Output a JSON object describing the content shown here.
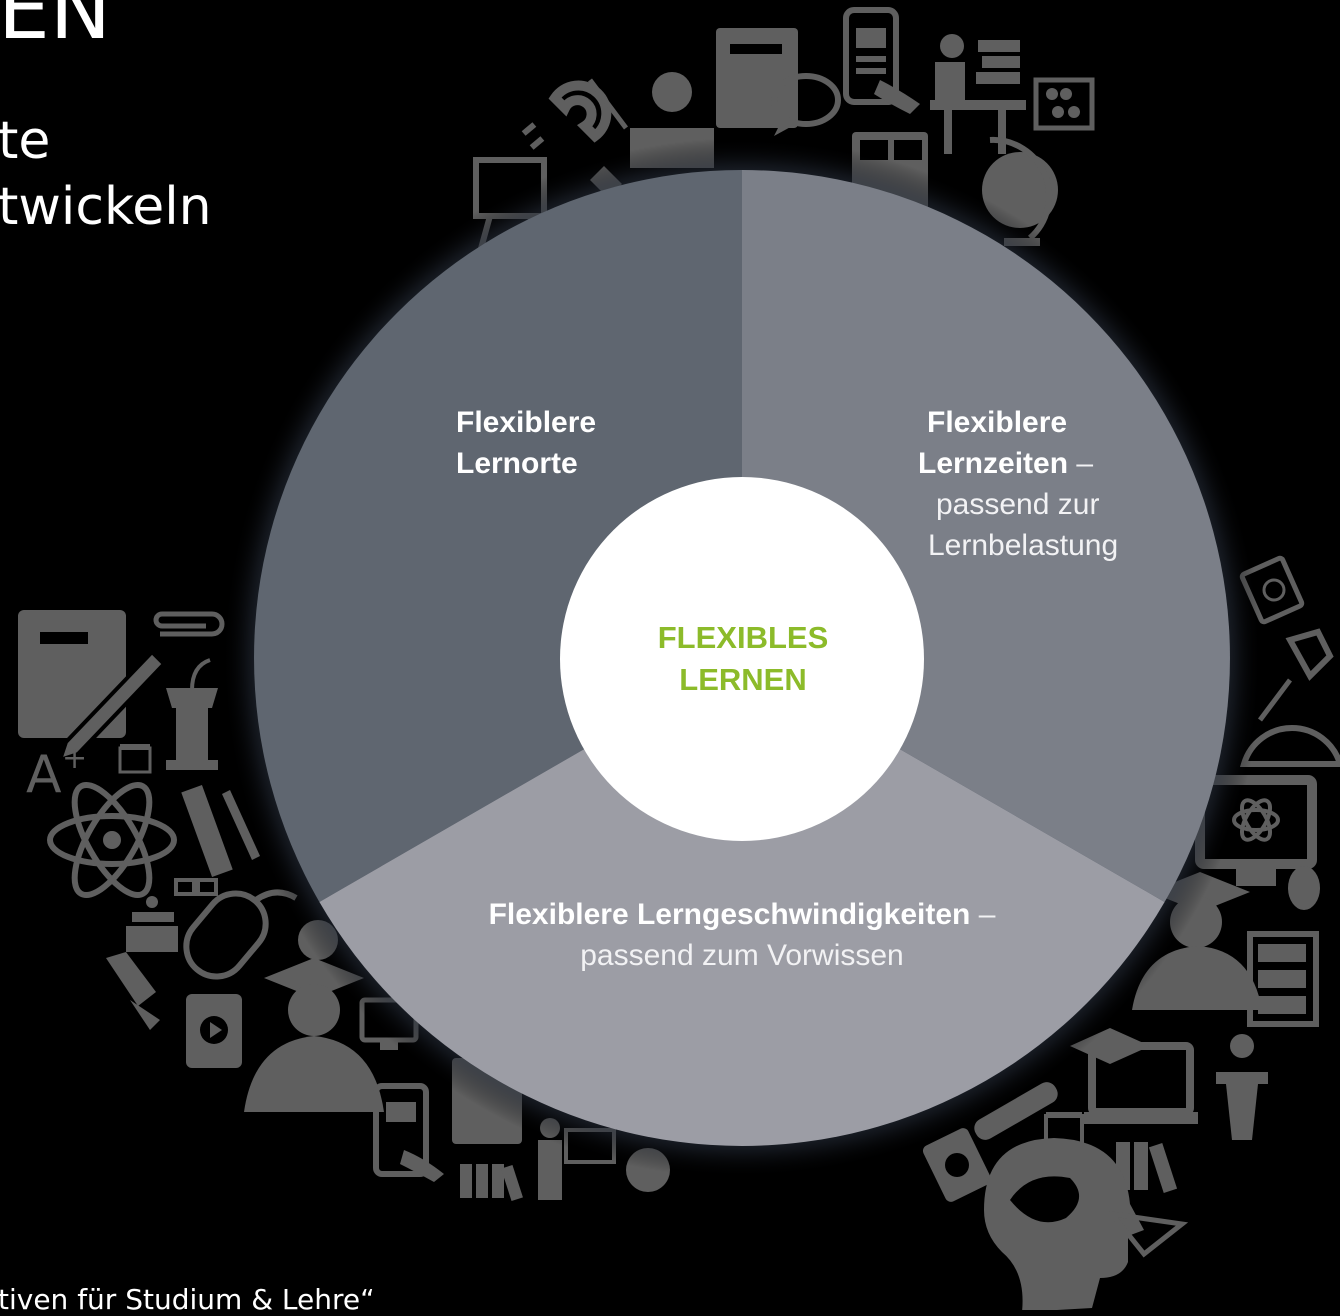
{
  "title": "EN",
  "intro_lines": [
    "te",
    "twickeln"
  ],
  "footer": "tiven für Studium & Lehre“",
  "diagram": {
    "center": {
      "line1": "FLEXIBLES",
      "line2": "LERNEN",
      "color": "#8cbb2a"
    },
    "segments": {
      "lernorte": {
        "bold_line1": "Flexiblere",
        "bold_line2": "Lernorte",
        "color": "#5f6670"
      },
      "lernzeiten": {
        "bold_line1": "Flexiblere",
        "bold_line2": "Lernzeiten",
        "dash": " –",
        "light_line1": "passend zur",
        "light_line2": "Lernbelastung",
        "color": "#7b7f88"
      },
      "lerngeschwindigkeiten": {
        "bold_line1": "Flexiblere Lerngeschwindigkeiten",
        "dash": " –",
        "light_line1": "passend zum Vorwissen",
        "color": "#9c9da5"
      }
    },
    "background_icons": [
      "magnet-icon",
      "teacher-icon",
      "book-icon",
      "chat-icon",
      "phone-icon",
      "student-desk-icon",
      "abacus-icon",
      "easel-icon",
      "globe-icon",
      "calculator-icon",
      "pushpin-icon",
      "notebook-pencil-icon",
      "paperclip-icon",
      "lectern-icon",
      "a-plus-icon",
      "calendar-icon",
      "atom-icon",
      "ruler-icon",
      "glasses-icon",
      "mouse-icon",
      "classroom-icon",
      "pen-nib-icon",
      "tablet-icon",
      "graduate-icon",
      "pie-chart-icon",
      "monitor-icon",
      "bookshelf-icon",
      "laptop-icon",
      "diploma-icon",
      "brain-head-icon",
      "triangle-ruler-icon",
      "protractor-icon",
      "exam-icon"
    ]
  }
}
